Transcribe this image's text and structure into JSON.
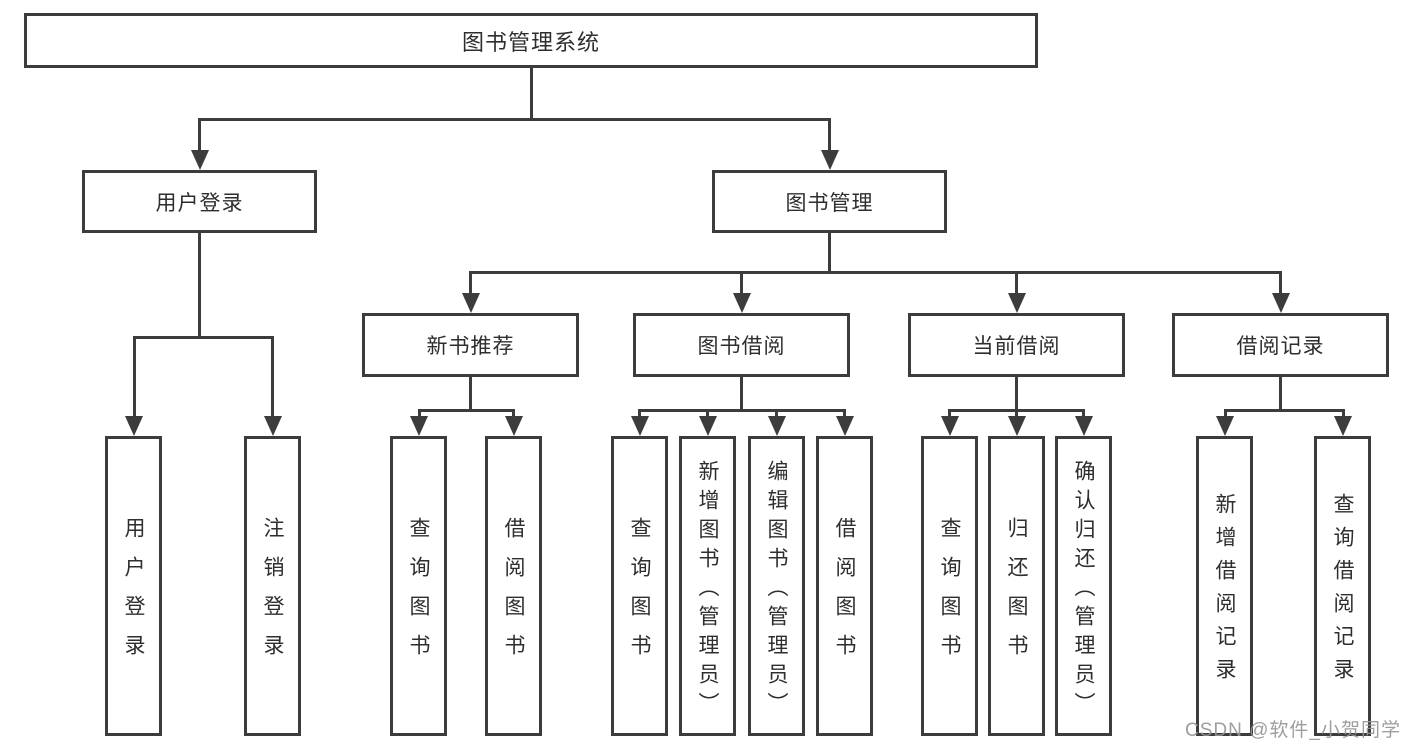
{
  "colors": {
    "line": "#3c3c3c",
    "box_border": "#3c3c3c",
    "box_fill": "#ffffff",
    "text": "#2e2e2e",
    "watermark": "#969696",
    "background": "#ffffff"
  },
  "watermark": {
    "text": "CSDN @软件_小贺同学"
  },
  "nodes": {
    "root": {
      "label": "图书管理系统"
    },
    "level2": [
      {
        "label": "用户登录"
      },
      {
        "label": "图书管理"
      }
    ],
    "level3": [
      {
        "label": "新书推荐"
      },
      {
        "label": "图书借阅"
      },
      {
        "label": "当前借阅"
      },
      {
        "label": "借阅记录"
      }
    ],
    "leaves": {
      "user_login": [
        "用户登录",
        "注销登录"
      ],
      "new_book_recommend": [
        "查询图书",
        "借阅图书"
      ],
      "book_borrow": [
        "查询图书",
        "新增图书（管理员）",
        "编辑图书（管理员）",
        "借阅图书"
      ],
      "current_borrow": [
        "查询图书",
        "归还图书",
        "确认归还（管理员）"
      ],
      "borrow_records": [
        "新增借阅记录",
        "查询借阅记录"
      ]
    }
  }
}
